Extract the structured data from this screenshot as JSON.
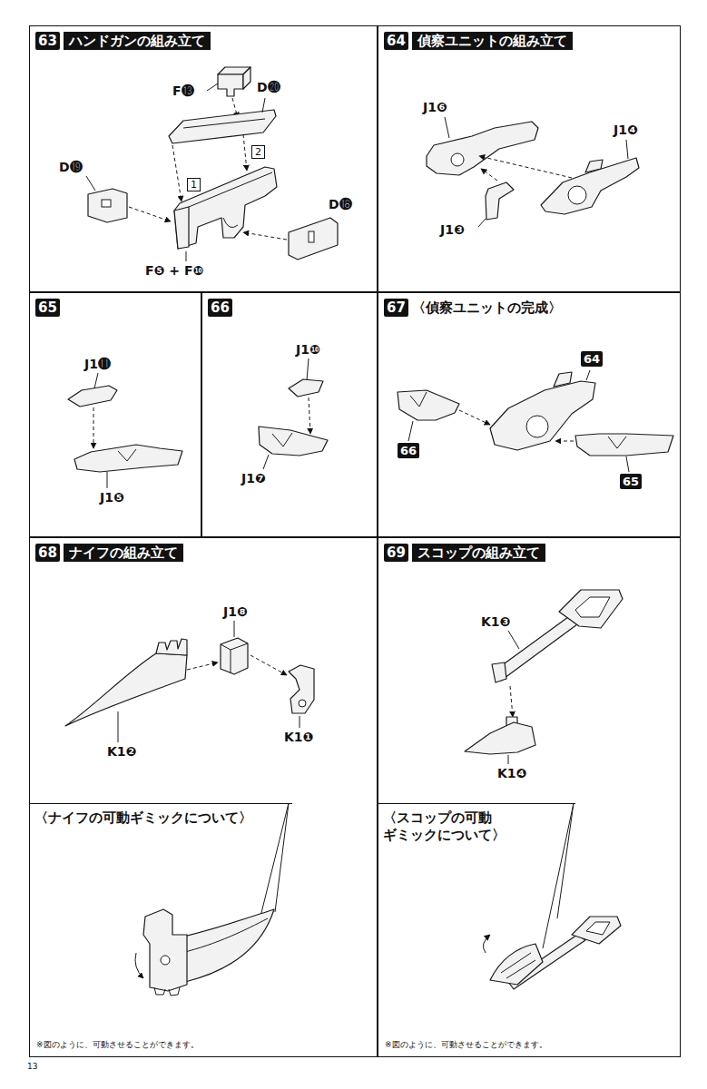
{
  "diagram": {
    "nodes": [
      {
        "text": [
          "63",
          "ハンドガンの組み立て"
        ]
      },
      {
        "text": [
          "64",
          "偵察ユニットの組み立て"
        ]
      },
      {
        "text": [
          "65"
        ]
      },
      {
        "text": [
          "66"
        ]
      },
      {
        "text": [
          "67",
          "〈偵察ユニットの完成〉"
        ]
      },
      {
        "text": [
          "68",
          "ナイフの組み立て"
        ]
      },
      {
        "text": [
          "〈ナイフの可動ギミックについて〉"
        ],
        "in": 5
      },
      {
        "text": [
          "69",
          "スコップの組み立て"
        ]
      },
      {
        "text": [
          "〈スコップの可動 ギミックについて〉"
        ],
        "in": 7
      }
    ],
    "labels": [
      "F⓭",
      "D⓴",
      "1",
      "2",
      "D⓳",
      "D⓲",
      "F❺ + F❿",
      "J1❻",
      "J1❹",
      "J1❸",
      "J1⓫",
      "J1❺",
      "J1❿",
      "J1❼",
      "64",
      "66",
      "65",
      "J1❽",
      "K1❷",
      "K1❶",
      "K1❸",
      "K1❹",
      "※図のように、可動させることができます。",
      "※図のように、可動させることができます。",
      "13"
    ]
  }
}
